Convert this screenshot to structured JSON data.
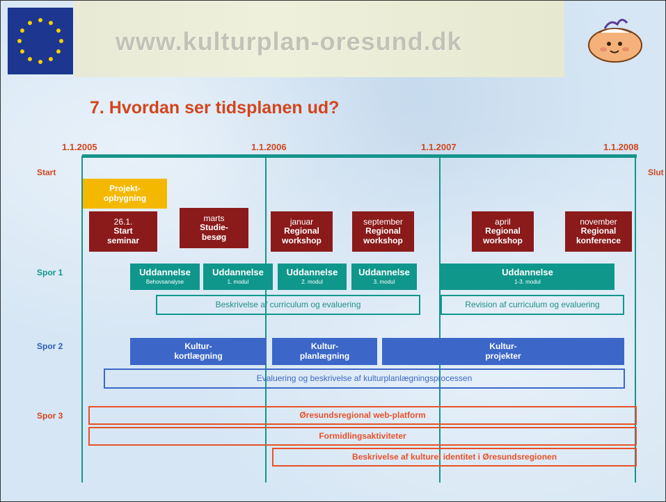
{
  "header": {
    "url": "www.kulturplan-oresund.dk",
    "flag_icon": "eu-flag-icon",
    "mascot_icon": "baby-mascot-icon"
  },
  "title": "7. Hvordan ser tidsplanen ud?",
  "timeline": {
    "dates": [
      "1.1.2005",
      "1.1.2006",
      "1.1.2007",
      "1.1.2008"
    ],
    "start_label": "Start",
    "end_label": "Slut"
  },
  "milestones": {
    "projekt": [
      "Projekt-",
      "opbygning"
    ],
    "start_seminar": [
      "26.1.",
      "Start",
      "seminar"
    ],
    "studie": [
      "marts",
      "Studie-",
      "besøg"
    ],
    "jan_workshop": [
      "januar",
      "Regional",
      "workshop"
    ],
    "sep_workshop": [
      "september",
      "Regional",
      "workshop"
    ],
    "apr_workshop": [
      "april",
      "Regional",
      "workshop"
    ],
    "nov_konference": [
      "november",
      "Regional",
      "konference"
    ]
  },
  "spor1": {
    "label": "Spor 1",
    "modules": [
      {
        "title": "Uddannelse",
        "sub": "Behovsanalyse"
      },
      {
        "title": "Uddannelse",
        "sub": "1. modul"
      },
      {
        "title": "Uddannelse",
        "sub": "2. modul"
      },
      {
        "title": "Uddannelse",
        "sub": "3. modul"
      },
      {
        "title": "Uddannelse",
        "sub": "1-3. modul"
      }
    ],
    "curriculum": "Beskrivelse af curriculum og evaluering",
    "revision": "Revision af curriculum og evaluering"
  },
  "spor2": {
    "label": "Spor 2",
    "kortlaegning": [
      "Kultur-",
      "kortlægning"
    ],
    "planlaegning": [
      "Kultur-",
      "planlægning"
    ],
    "projekter": [
      "Kultur-",
      "projekter"
    ],
    "evaluering": "Evaluering og beskrivelse af kulturplanlægningsprocessen"
  },
  "spor3": {
    "label": "Spor 3",
    "platform": "Øresundsregional web-platform",
    "formidling": "Formidlingsaktiviteter",
    "identitet": "Beskrivelse af kulturel identitet i Øresundsregionen"
  },
  "colors": {
    "accent_orange": "#d3451c",
    "teal": "#0f978c",
    "maroon": "#8b1a1a",
    "gold": "#f5b800",
    "blue": "#3c67c9",
    "red": "#e8512a"
  }
}
